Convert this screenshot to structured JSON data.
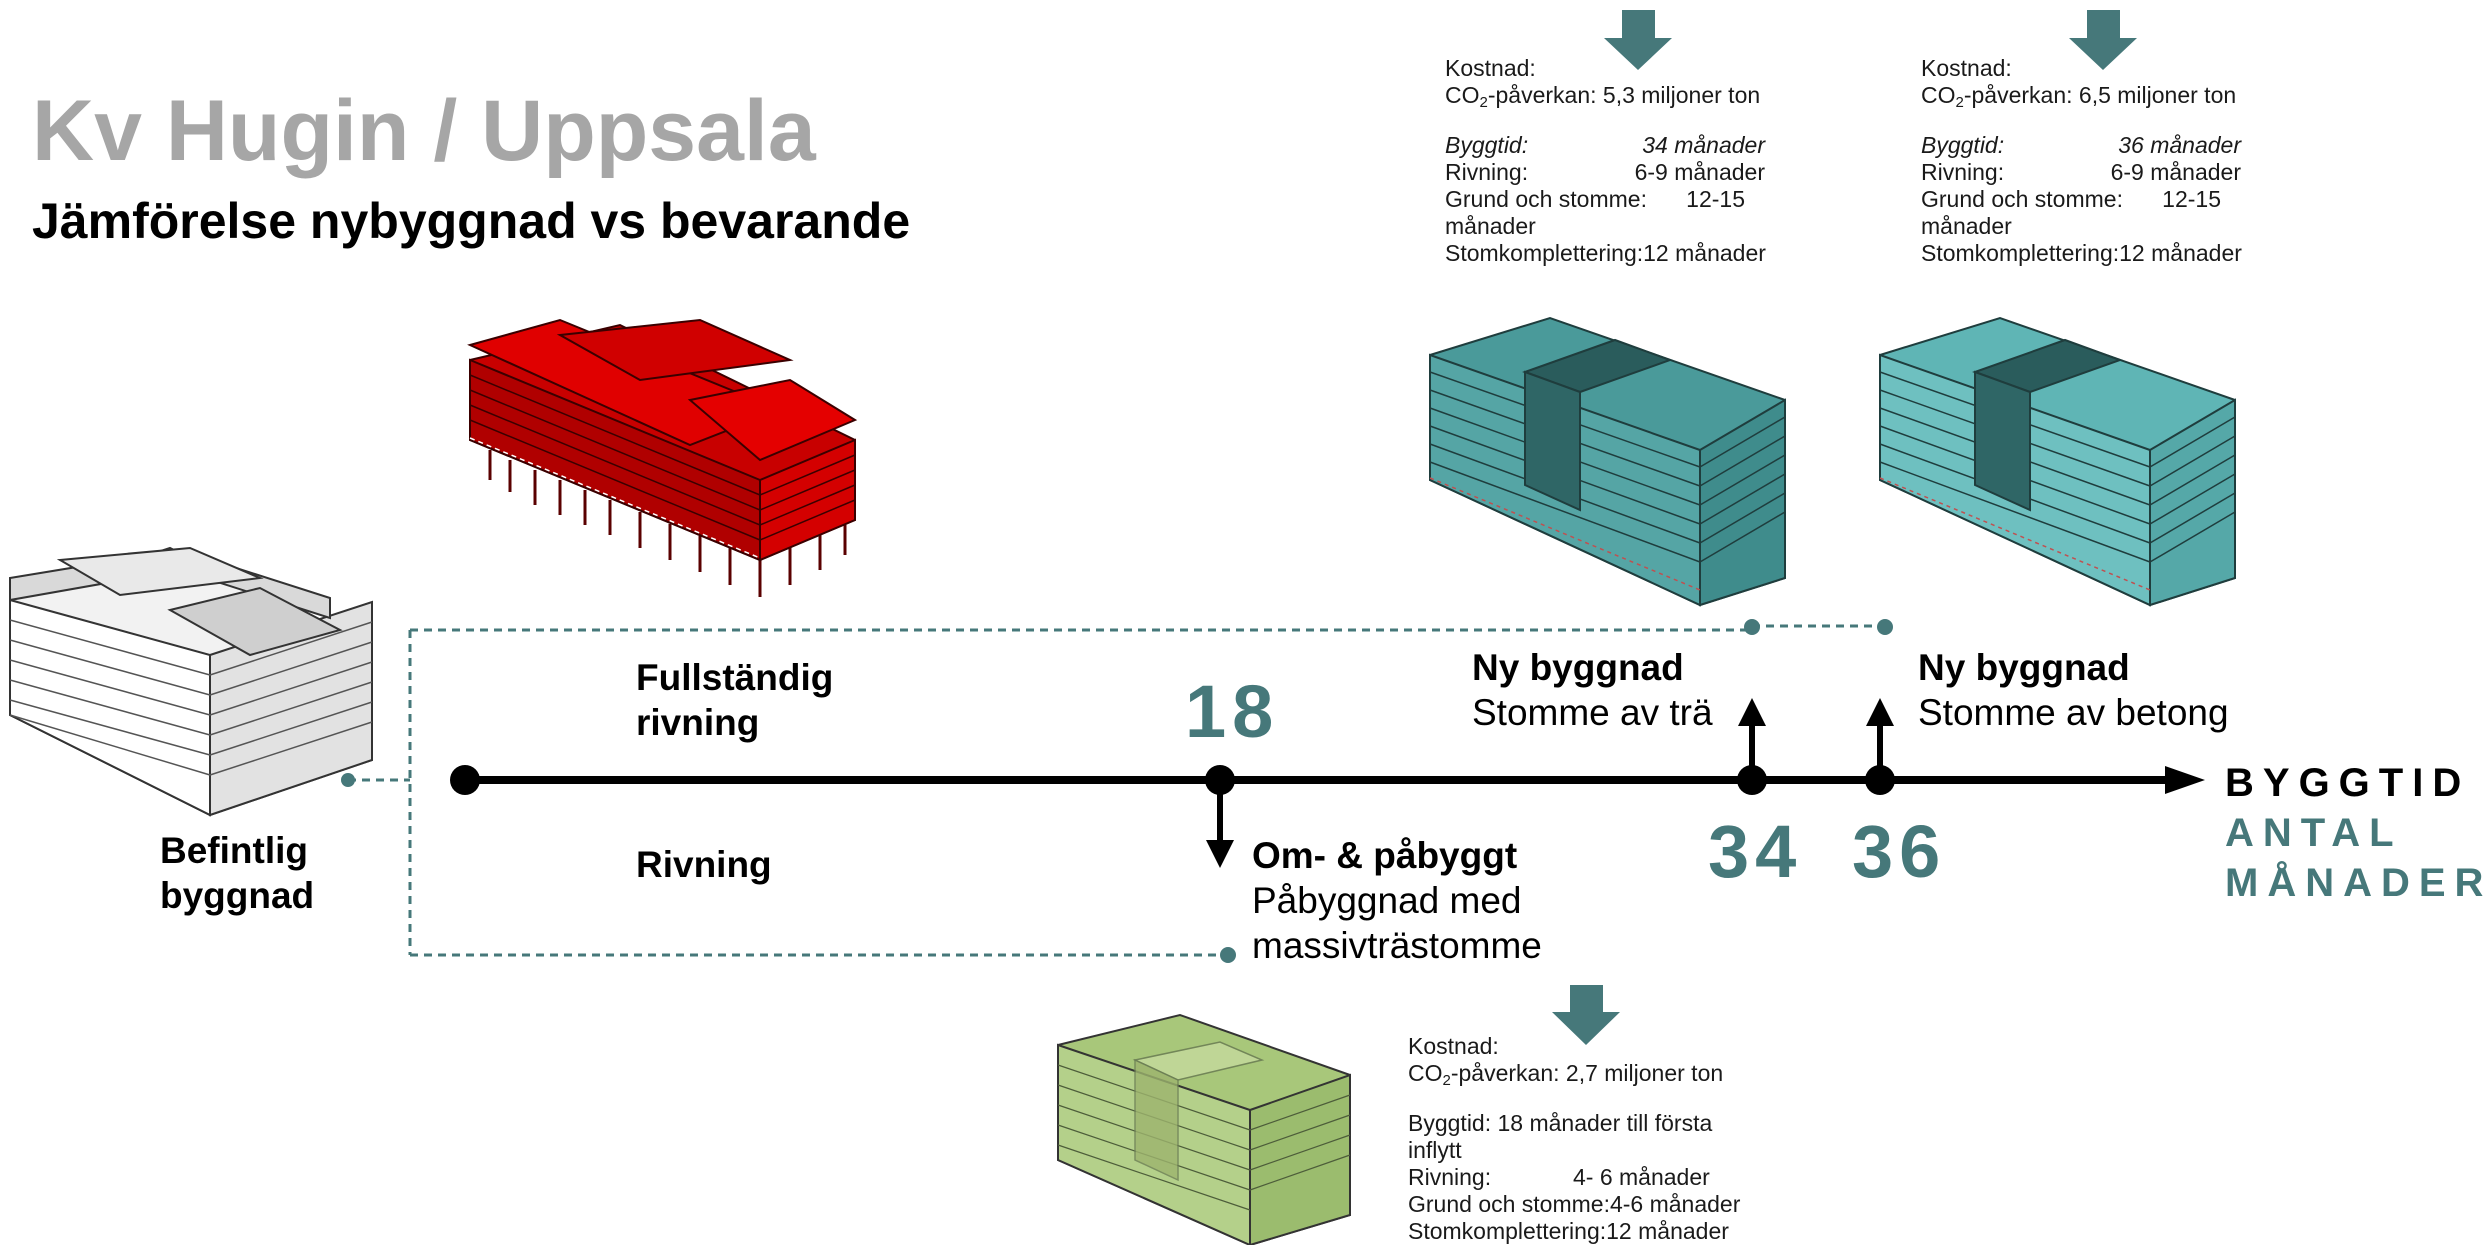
{
  "header": {
    "title": "Kv Hugin / Uppsala",
    "subtitle": "Jämförelse nybyggnad vs bevarande"
  },
  "colors": {
    "accent_teal": "#46787a",
    "demolition_red": "#cc0000",
    "wood_teal": "#4a9a9a",
    "concrete_teal": "#5fb5b5",
    "extension_green": "#a8c77a",
    "existing_gray": "#e6e6e6"
  },
  "existing": {
    "label_line1": "Befintlig",
    "label_line2": "byggnad"
  },
  "branches": {
    "upper_line1": "Fullständig",
    "upper_line2": "rivning",
    "lower": "Rivning"
  },
  "timeline": {
    "markers": [
      18,
      34,
      36
    ],
    "marker_18_label": "18",
    "marker_34_label": "34",
    "marker_36_label": "36",
    "axis_title": "BYGGTID",
    "axis_sub_line1": "ANTAL",
    "axis_sub_line2": "MÅNADER"
  },
  "options": {
    "wood": {
      "title": "Ny byggnad",
      "desc": "Stomme av trä",
      "info": {
        "cost_label": "Kostnad:",
        "co2_prefix": "CO",
        "co2_sub": "2",
        "co2_suffix": "-påverkan: 5,3 miljoner ton",
        "time_label": "Byggtid:",
        "time_value": "34 månader",
        "demo_label": "Rivning:",
        "demo_value": "6-9 månader",
        "frame_label": "Grund och stomme:",
        "frame_value": "12-15",
        "frame_unit": "månader",
        "compl_label": "Stomkomplettering:",
        "compl_value": "12 månader"
      }
    },
    "concrete": {
      "title": "Ny byggnad",
      "desc": "Stomme av betong",
      "info": {
        "cost_label": "Kostnad:",
        "co2_prefix": "CO",
        "co2_sub": "2",
        "co2_suffix": "-påverkan: 6,5 miljoner ton",
        "time_label": "Byggtid:",
        "time_value": "36 månader",
        "demo_label": "Rivning:",
        "demo_value": "6-9 månader",
        "frame_label": "Grund och stomme:",
        "frame_value": "12-15",
        "frame_unit": "månader",
        "compl_label": "Stomkomplettering:",
        "compl_value": "12 månader"
      }
    },
    "extension": {
      "title": "Om- & påbyggt",
      "desc_line1": "Påbyggnad med",
      "desc_line2": "massivträstomme",
      "info": {
        "cost_label": "Kostnad:",
        "co2_prefix": "CO",
        "co2_sub": "2",
        "co2_suffix": "-påverkan: 2,7 miljoner ton",
        "time_line1": "Byggtid: 18 månader till första",
        "time_line2": "inflytt",
        "demo_label": "Rivning:",
        "demo_value": "4- 6 månader",
        "frame_line": "Grund och stomme:4-6 månader",
        "compl_line": "Stomkomplettering:12 månader"
      }
    }
  }
}
